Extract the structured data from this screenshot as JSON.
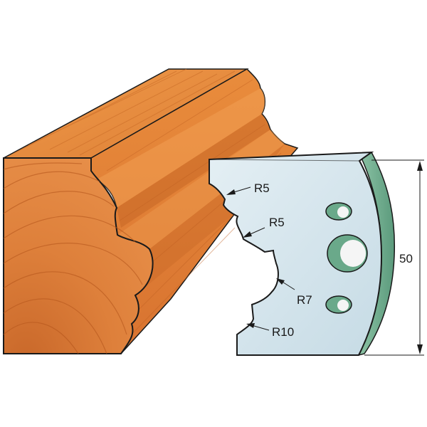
{
  "labels": {
    "radius_top": "R5",
    "radius_mid": "R5",
    "radius_cove": "R7",
    "radius_bottom": "R10",
    "height": "50"
  },
  "colors": {
    "wood_face": "#e8883a",
    "wood_end": "#d9773a",
    "wood_dark": "#b5561c",
    "blade_face": "#d6e7ee",
    "blade_edge": "#6aa98a",
    "outline": "#1a1a1a"
  }
}
